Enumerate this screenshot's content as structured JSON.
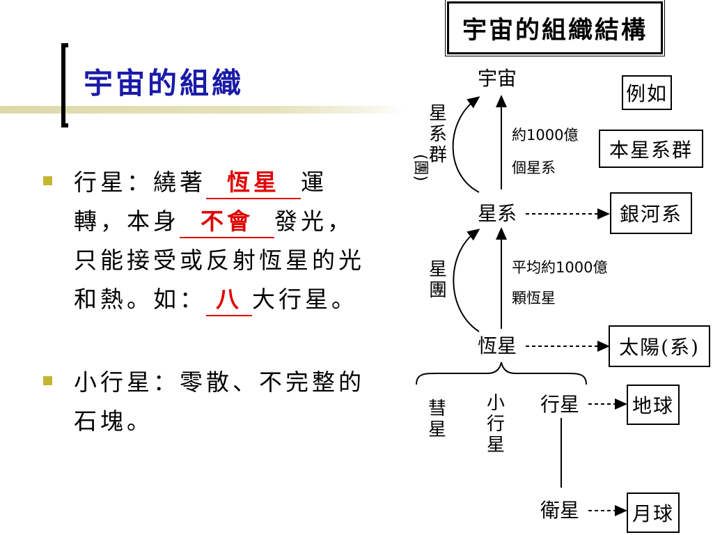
{
  "slide": {
    "title": "宇宙的組織",
    "bullets": [
      {
        "segments": [
          {
            "text": "行星：繞著",
            "blank": false
          },
          {
            "text": "恆星",
            "blank": true
          },
          {
            "text": "運轉，本身",
            "blank": false
          },
          {
            "text": "不會",
            "blank": true
          },
          {
            "text": "發光，只能接受或反射恆星的光和熱。如：",
            "blank": false
          },
          {
            "text": "八",
            "blank": true
          },
          {
            "text": "大行星。",
            "blank": false
          }
        ]
      },
      {
        "segments": [
          {
            "text": "小行星：零散、不完整的石塊。",
            "blank": false
          }
        ]
      }
    ]
  },
  "diagram": {
    "title": "宇宙的組織結構",
    "nodes": {
      "universe": "宇宙",
      "galaxy": "星系",
      "star": "恆星",
      "planet": "行星",
      "satellite": "衛星",
      "comet": "彗星",
      "asteroid": "小行星"
    },
    "side_labels": {
      "galaxy_cluster": "星系群",
      "group_paren": "(團)",
      "star_cluster": "星團"
    },
    "notes": {
      "galaxies_count_line1": "約1000億",
      "galaxies_count_line2": "個星系",
      "stars_count_line1": "平均約1000億",
      "stars_count_line2": "顆恆星"
    },
    "examples": {
      "header": "例如",
      "galaxy_cluster": "本星系群",
      "galaxy": "銀河系",
      "star": "太陽(系)",
      "planet": "地球",
      "satellite": "月球"
    }
  }
}
